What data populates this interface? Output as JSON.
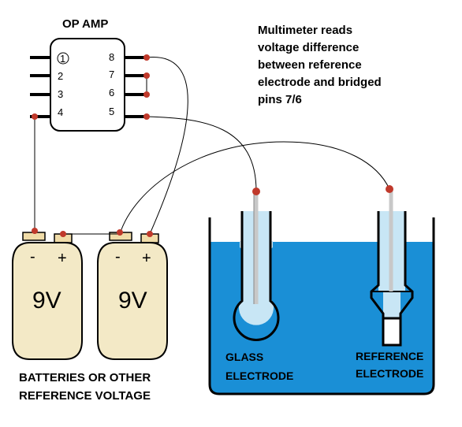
{
  "op_amp": {
    "title": "OP AMP",
    "pins_left": [
      "1",
      "2",
      "3",
      "4"
    ],
    "pins_right": [
      "8",
      "7",
      "6",
      "5"
    ]
  },
  "caption_note": {
    "lines": [
      "Multimeter reads",
      "voltage difference",
      "between reference",
      "electrode and bridged",
      "pins 7/6"
    ]
  },
  "batteries": [
    {
      "minus": "-",
      "plus": "+",
      "voltage": "9V"
    },
    {
      "minus": "-",
      "plus": "+",
      "voltage": "9V"
    }
  ],
  "batteries_caption": {
    "line1": "BATTERIES OR OTHER",
    "line2": "REFERENCE VOLTAGE"
  },
  "glass_electrode": {
    "line1": "GLASS",
    "line2": "ELECTRODE"
  },
  "reference_electrode": {
    "line1": "REFERENCE",
    "line2": "ELECTRODE"
  },
  "colors": {
    "water": "#1a8fd6",
    "tube": "#c8e6f5",
    "battery_body": "#f3e9c6",
    "battery_cap": "#f0dca8",
    "wire_dot": "#c0392b",
    "electrode_rod": "#c8c8c8"
  }
}
